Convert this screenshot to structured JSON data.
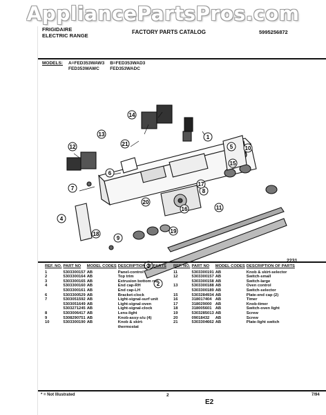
{
  "watermark": "AppliancePartsPros.com",
  "header": {
    "brand_line1": "FRIGIDAIRE",
    "brand_line2": "ELECTRIC RANGE",
    "catalog_title": "FACTORY PARTS CATALOG",
    "catalog_number": "5995256872"
  },
  "models": {
    "label": "MODELS:",
    "col1": [
      "A=FED353WAW3",
      "FED353WAWC"
    ],
    "col2": [
      "B=FED353WAD3",
      "FED353WADC"
    ]
  },
  "diagram": {
    "callouts": [
      "1",
      "2",
      "3",
      "4",
      "5",
      "6",
      "7",
      "8",
      "9",
      "10",
      "11",
      "12",
      "13",
      "14",
      "15",
      "16",
      "17",
      "18",
      "19",
      "20",
      "21"
    ],
    "figure_number": "2231"
  },
  "parts_table": {
    "headers": [
      "REF. NO.",
      "PART NO",
      "MODEL CODES",
      "DESCRIPTION OF PARTS"
    ],
    "left_rows": [
      [
        "1",
        "5303300157",
        "AB",
        "Panel-control"
      ],
      [
        "2",
        "5303300164",
        "AB",
        "Top trim"
      ],
      [
        "3",
        "5303300165",
        "AB",
        "Extrusion bottom rail"
      ],
      [
        "4",
        "5303300160",
        "AB",
        "End cap-RH"
      ],
      [
        "",
        "5303300161",
        "AB",
        "End cap-LH"
      ],
      [
        "6",
        "5303300529",
        "AB",
        "Bracket-clock"
      ],
      [
        "7",
        "5303051592",
        "AB",
        "Light-signal-surf unit"
      ],
      [
        "",
        "5303051649",
        "AB",
        "Light-signal-oven"
      ],
      [
        "",
        "5303271245",
        "AB",
        "Light-signal-clock"
      ],
      [
        "8",
        "5303006417",
        "AB",
        "Lens-light"
      ],
      [
        "9",
        "5308290751",
        "AB",
        "Knob-assy-s/u (4)"
      ],
      [
        "10",
        "5303300190",
        "AB",
        "Knob & skirt-",
        "thermostat"
      ]
    ],
    "right_rows": [
      [
        "11",
        "5303300191",
        "AB",
        "Knob & skirt-selector"
      ],
      [
        "12",
        "5303300157",
        "AB",
        "Switch-small"
      ],
      [
        "",
        "5303300158",
        "AB",
        "Switch-large"
      ],
      [
        "13",
        "5303300188",
        "AB",
        "Oven control"
      ],
      [
        "",
        "5303300189",
        "AB",
        "Switch-selector"
      ],
      [
        "15",
        "5303284934",
        "AB",
        "Plate-end cap (2)"
      ],
      [
        "16",
        "318017404",
        "AB",
        "Timer"
      ],
      [
        "17",
        "318029000",
        "AB",
        "Knob-timer"
      ],
      [
        "18",
        "318005601",
        "AB",
        "Switch-oven light"
      ],
      [
        "19",
        "5303285013",
        "AB",
        "Screw"
      ],
      [
        "20",
        "09018432",
        "AB",
        "Screw"
      ],
      [
        "21",
        "5303304662",
        "AB",
        "Plate-light switch"
      ]
    ]
  },
  "footer": {
    "note": "* = Not Illustrated",
    "page": "2",
    "section": "E2",
    "date": "7/94"
  }
}
